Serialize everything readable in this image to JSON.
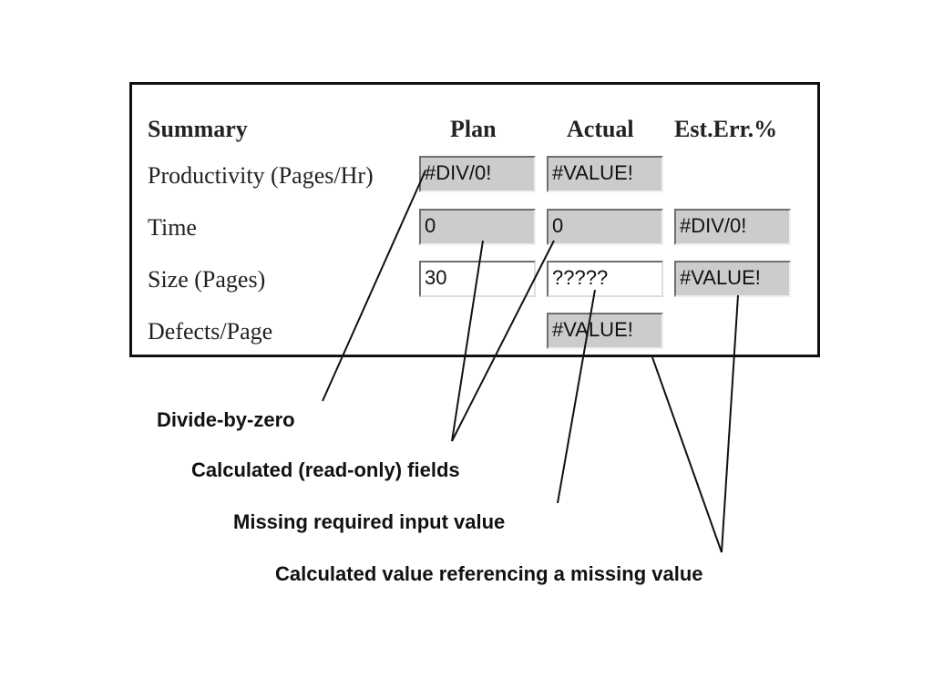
{
  "table": {
    "headers": [
      "Summary",
      "Plan",
      "Actual",
      "Est.Err.%"
    ],
    "rows": [
      {
        "label": "Productivity (Pages/Hr)",
        "plan": "#DIV/0!",
        "actual": "#VALUE!",
        "error": ""
      },
      {
        "label": "Time",
        "plan": "0",
        "actual": "0",
        "error": "#DIV/0!"
      },
      {
        "label": "Size (Pages)",
        "plan": "30",
        "actual": "?????",
        "error": "#VALUE!"
      },
      {
        "label": "Defects/Page",
        "plan": "",
        "actual": "#VALUE!",
        "error": ""
      }
    ]
  },
  "annotations": {
    "divide_by_zero": "Divide-by-zero",
    "calculated_fields": "Calculated (read-only) fields",
    "missing_input": "Missing required input value",
    "missing_reference": "Calculated value referencing a missing value"
  },
  "colors": {
    "readonly_field": "#cccccc",
    "input_field": "#ffffff",
    "border": "#111111"
  }
}
